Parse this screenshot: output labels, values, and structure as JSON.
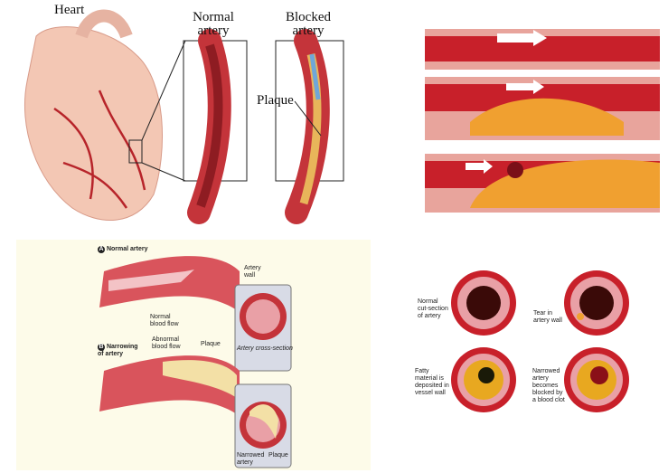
{
  "panel_top_left": {
    "heart_label": "Heart",
    "normal_label": "Normal artery",
    "blocked_label": "Blocked artery",
    "plaque_label": "Plaque"
  },
  "panel_bottom_left": {
    "a_marker": "A",
    "a_title": "Normal artery",
    "artery_wall": "Artery wall",
    "normal_flow": "Normal blood flow",
    "cross_section": "Artery cross-section",
    "b_marker": "B",
    "b_title": "Narrowing of artery",
    "abnormal_flow": "Abnormal blood flow",
    "plaque": "Plaque",
    "narrowed": "Narrowed artery",
    "plaque2": "Plaque"
  },
  "panel_bottom_right": {
    "c1": "Normal cut-section of artery",
    "c2": "Tear in artery wall",
    "c3": "Fatty material is deposited in vessel wall",
    "c4": "Narrowed artery becomes blocked by a blood clot"
  },
  "colors": {
    "artery": "#c4343a",
    "plaque": "#f0b040",
    "cream": "#fdfbe9",
    "panel": "#d8dbe6"
  }
}
